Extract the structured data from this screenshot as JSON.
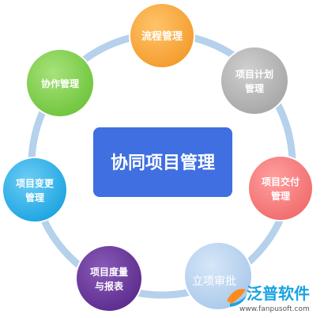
{
  "center": {
    "label": "协同项目管理",
    "color": "#3f6fe0"
  },
  "ring": {
    "color": "#b5d1ec"
  },
  "nodes": [
    {
      "id": "flow",
      "lines": [
        "流程管理"
      ],
      "color": "#f39a2a",
      "highlight": "#ffc46a"
    },
    {
      "id": "plan",
      "lines": [
        "项目计划",
        "管理"
      ],
      "color": "#a5a5a5",
      "highlight": "#d0d0d0"
    },
    {
      "id": "deliver",
      "lines": [
        "项目交付",
        "管理"
      ],
      "color": "#f06b6b",
      "highlight": "#ff9f9f"
    },
    {
      "id": "approve",
      "lines": [
        "立项审批"
      ],
      "color": "#a9c8ea",
      "highlight": "#d6e7f8"
    },
    {
      "id": "measure",
      "lines": [
        "项目度量",
        "与报表"
      ],
      "color": "#5b2b8c",
      "highlight": "#8a5ab8"
    },
    {
      "id": "change",
      "lines": [
        "项目变更",
        "管理"
      ],
      "color": "#1aa3e0",
      "highlight": "#6ccdf5"
    },
    {
      "id": "collab",
      "lines": [
        "协作管理"
      ],
      "color": "#6dc43a",
      "highlight": "#a7e27a"
    }
  ],
  "logo": {
    "name": "泛普软件",
    "url": "www.fanpusoft.com",
    "color": "#1aa3e0"
  }
}
